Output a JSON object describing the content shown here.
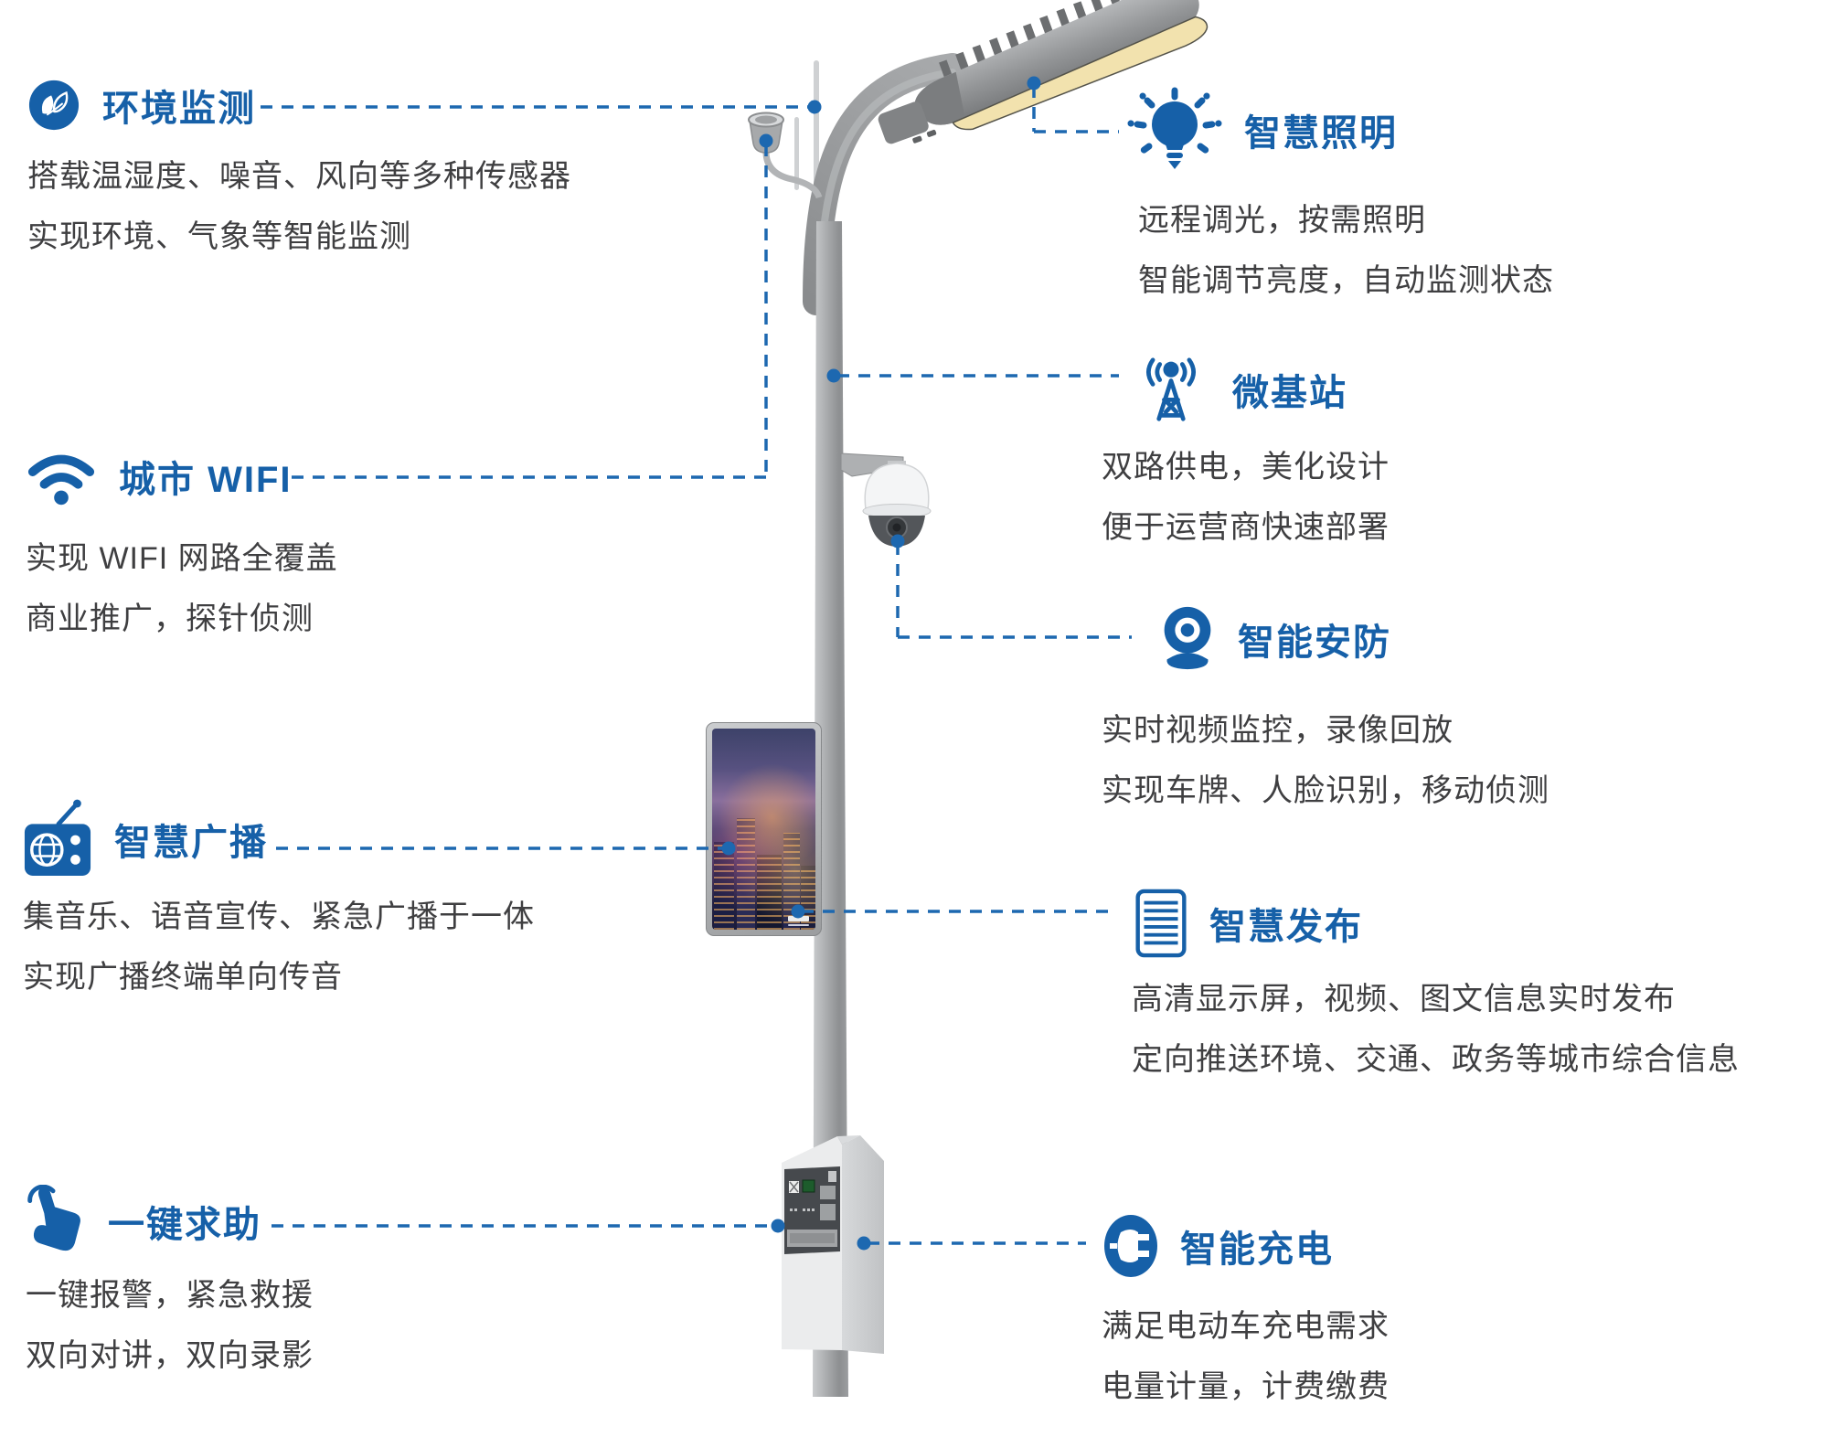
{
  "colors": {
    "accent": "#1660a8",
    "leader_line": "#1d68b0",
    "body_text": "#3f3f41",
    "lamp_lens": "#f2e2ae",
    "pole_gray": "#a8aaac"
  },
  "pole": {
    "illustration": "smart-street-light-pole",
    "display_screen_image": "night-city-skyline",
    "devices": [
      "street-lamp-head",
      "antenna-rod",
      "environment-sensor-cup",
      "dome-camera",
      "led-display-screen",
      "charging-cabinet"
    ]
  },
  "features": {
    "left": [
      {
        "id": "env-monitoring",
        "icon": "leaf-icon",
        "title": "环境监测",
        "lines": [
          "搭载温湿度、噪音、风向等多种传感器",
          "实现环境、气象等智能监测"
        ]
      },
      {
        "id": "city-wifi",
        "icon": "wifi-icon",
        "title": "城市 WIFI",
        "lines": [
          "实现 WIFI 网路全覆盖",
          "商业推广，探针侦测"
        ]
      },
      {
        "id": "smart-broadcast",
        "icon": "radio-icon",
        "title": "智慧广播",
        "lines": [
          "集音乐、语音宣传、紧急广播于一体",
          "实现广播终端单向传音"
        ]
      },
      {
        "id": "one-key-help",
        "icon": "hand-click-icon",
        "title": "一键求助",
        "lines": [
          "一键报警，紧急救援",
          "双向对讲，双向录影"
        ]
      }
    ],
    "right": [
      {
        "id": "smart-lighting",
        "icon": "bulb-icon",
        "title": "智慧照明",
        "lines": [
          "远程调光，按需照明",
          "智能调节亮度，自动监测状态"
        ]
      },
      {
        "id": "micro-base-station",
        "icon": "antenna-tower-icon",
        "title": "微基站",
        "lines": [
          "双路供电，美化设计",
          "便于运营商快速部署"
        ]
      },
      {
        "id": "smart-security",
        "icon": "webcam-icon",
        "title": "智能安防",
        "lines": [
          "实时视频监控，录像回放",
          "实现车牌、人脸识别，移动侦测"
        ]
      },
      {
        "id": "smart-publishing",
        "icon": "document-icon",
        "title": "智慧发布",
        "lines": [
          "高清显示屏，视频、图文信息实时发布",
          "定向推送环境、交通、政务等城市综合信息"
        ]
      },
      {
        "id": "smart-charging",
        "icon": "plug-icon",
        "title": "智能充电",
        "lines": [
          "满足电动车充电需求",
          "电量计量，计费缴费"
        ]
      }
    ]
  }
}
